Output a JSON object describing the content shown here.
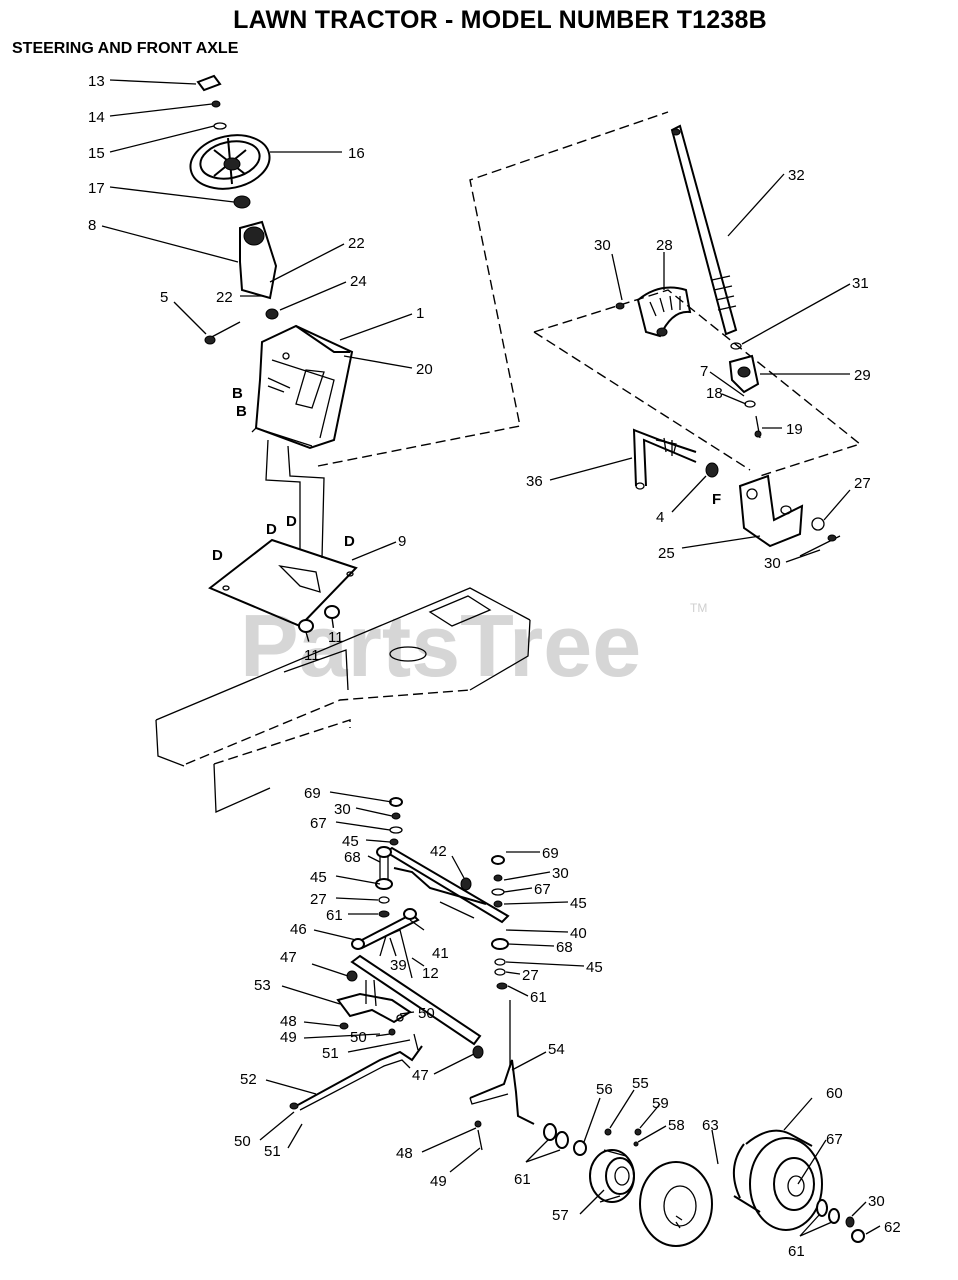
{
  "title": "LAWN TRACTOR - MODEL NUMBER T1238B",
  "subtitle": "STEERING AND FRONT AXLE",
  "watermark": {
    "text": "PartsTree",
    "trademark": "TM"
  },
  "callouts": {
    "c13": "13",
    "c14": "14",
    "c15": "15",
    "c16": "16",
    "c17": "17",
    "c8": "8",
    "c22a": "22",
    "c22b": "22",
    "c24": "24",
    "c5": "5",
    "c1": "1",
    "c20": "20",
    "cB1": "B",
    "cB2": "B",
    "cD1": "D",
    "cD2": "D",
    "cD3": "D",
    "cD4": "D",
    "c9": "9",
    "c11a": "11",
    "c11b": "11",
    "c32": "32",
    "c30a": "30",
    "c28": "28",
    "c31": "31",
    "c7": "7",
    "c29": "29",
    "c18": "18",
    "c19": "19",
    "c36": "36",
    "c4": "4",
    "cF": "F",
    "c27a": "27",
    "c25": "25",
    "c30b": "30",
    "c69a": "69",
    "c30c": "30",
    "c67a": "67",
    "c45a": "45",
    "c68a": "68",
    "c45b": "45",
    "c27b": "27",
    "c61a": "61",
    "c42": "42",
    "c69b": "69",
    "c30d": "30",
    "c67b": "67",
    "c45c": "45",
    "c40": "40",
    "c68b": "68",
    "c45d": "45",
    "c27c": "27",
    "c61b": "61",
    "c46": "46",
    "c41": "41",
    "c39": "39",
    "c12": "12",
    "c47a": "47",
    "c53": "53",
    "c50a": "50",
    "c48a": "48",
    "c50b": "50",
    "c49a": "49",
    "c51a": "51",
    "c52": "52",
    "c47b": "47",
    "c54": "54",
    "c50c": "50",
    "c51b": "51",
    "c48b": "48",
    "c49b": "49",
    "c56": "56",
    "c55": "55",
    "c59": "59",
    "c58": "58",
    "c63": "63",
    "c60": "60",
    "c67c": "67",
    "c61c": "61",
    "c57": "57",
    "c30e": "30",
    "c61d": "61",
    "c62": "62"
  }
}
